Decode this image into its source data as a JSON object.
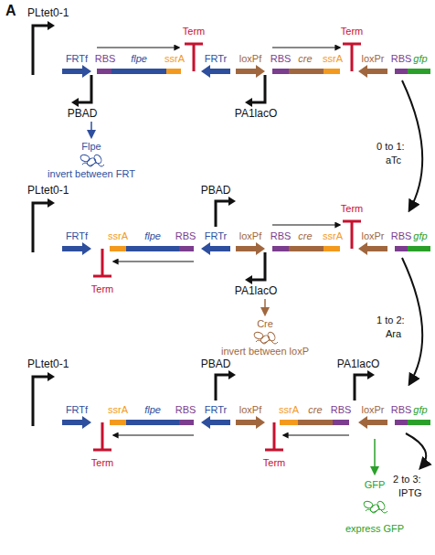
{
  "diagram": {
    "title": "A",
    "labels": [
      "PLtet0-1",
      "Term",
      "Term",
      "FRTf",
      "RBS",
      "flpe",
      "ssrA",
      "FRTr",
      "loxPf",
      "RBS",
      "cre",
      "ssrA",
      "loxPr",
      "RBS",
      "gfp",
      "PBAD",
      "PA1lacO",
      "Flpe",
      "invert between FRT",
      "0 to 1:",
      "aTc",
      "PLtet0-1",
      "PBAD",
      "FRTf",
      "ssrA",
      "flpe",
      "RBS",
      "FRTr",
      "loxPf",
      "RBS",
      "cre",
      "ssrA",
      "Term",
      "loxPr",
      "RBS",
      "gfp",
      "Term",
      "PA1lacO",
      "Cre",
      "invert between loxP",
      "1 to 2:",
      "Ara",
      "PLtet0-1",
      "PBAD",
      "PA1lacO",
      "FRTf",
      "ssrA",
      "flpe",
      "RBS",
      "FRTr",
      "loxPf",
      "ssrA",
      "cre",
      "RBS",
      "loxPr",
      "RBS",
      "gfp",
      "Term",
      "Term",
      "2 to 3:",
      "IPTG",
      "GFP",
      "express GFP"
    ]
  }
}
